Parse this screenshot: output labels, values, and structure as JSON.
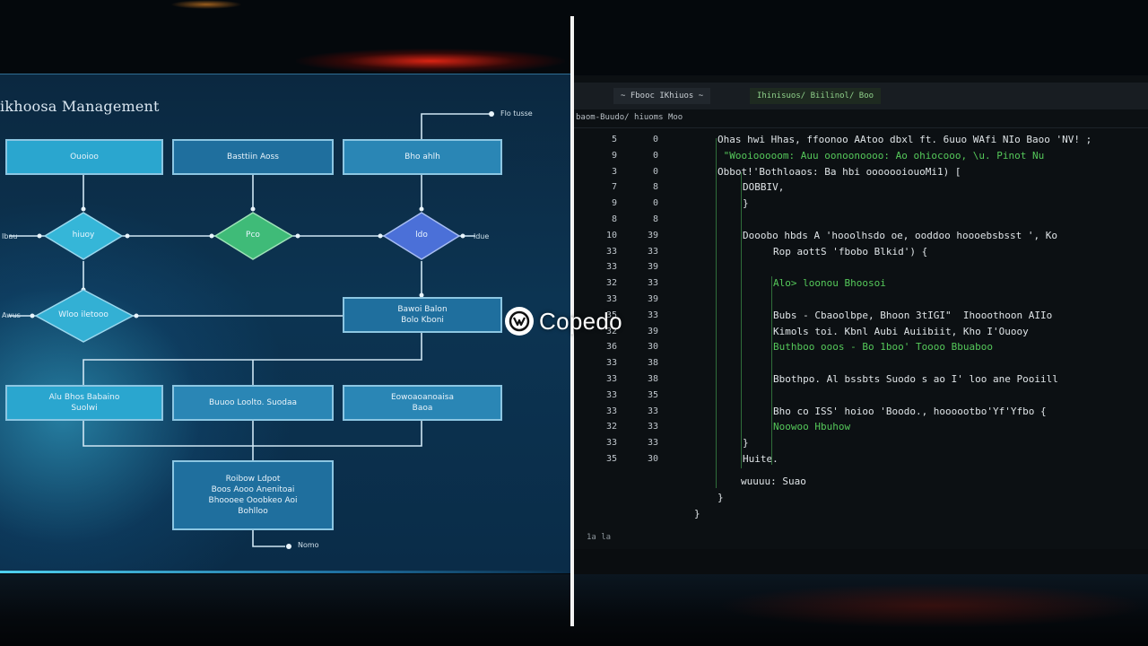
{
  "flowchart": {
    "title": "ikhoosa Management",
    "top_right_label": "Flo tusse",
    "row1": [
      "Ouoioo",
      "Basttiin Aoss",
      "Bho ahlh"
    ],
    "diamonds": [
      "hiuoy",
      "Pco",
      "ldo"
    ],
    "left_label_1": "Ibau",
    "right_label_1": "ldue",
    "diamond_4": "Wloo iletooo",
    "left_label_2": "Awus",
    "box_right_mid": [
      "Bawoi Balon",
      "Bolo Kboni"
    ],
    "row3": [
      [
        "Alu Bhos Babaino",
        "Suolwi"
      ],
      [
        "Buuoo Loolto. Suodaa"
      ],
      [
        "Eowoaoanoaisa",
        "Baoa"
      ]
    ],
    "bottom_box": [
      "Roibow Ldpot",
      "Boos Aooo Anenitoai",
      "Bhoooee Ooobkeo Aoi",
      "Bohlloo"
    ],
    "exit_label": "Nomo"
  },
  "logo": {
    "icon": "copedo-logo-icon",
    "text": "Copedo"
  },
  "editor": {
    "tabs": [
      "~ Fbooc IKhiuos ~",
      "Ihinisuos/ Biilinol/ Boo"
    ],
    "breadcrumb": "baom-Buudo/ hiuoms Moo",
    "line_numbers_1": [
      "5",
      "9",
      "3",
      "7",
      "9",
      "8",
      "10",
      "33",
      "33",
      "32",
      "33",
      "35",
      "32",
      "36",
      "33",
      "33",
      "33",
      "33",
      "32",
      "33",
      "35"
    ],
    "line_numbers_2": [
      "0",
      "0",
      "0",
      "8",
      "0",
      "8",
      "39",
      "33",
      "39",
      "33",
      "39",
      "33",
      "39",
      "30",
      "38",
      "38",
      "35",
      "33",
      "33",
      "33",
      "30"
    ],
    "lines": [
      {
        "indent": 0,
        "text": "Ohas hwi Hhas, ffoonoo AAtoo dbxl ft. 6uuo WAfi NIo Baoo 'NV! ;",
        "cls": ""
      },
      {
        "indent": 0,
        "text": " \"Wooiooooom: Auu oonoonoooo: Ao ohiocooo, \\u. Pinot Nu",
        "cls": "green"
      },
      {
        "indent": 0,
        "text": "Obbot!'Bothloaos: Ba hbi ooooooiouoMi1) [",
        "cls": ""
      },
      {
        "indent": 1,
        "text": "DOBBIV,",
        "cls": ""
      },
      {
        "indent": 1,
        "text": "}",
        "cls": ""
      },
      {
        "indent": 0,
        "text": "",
        "cls": ""
      },
      {
        "indent": 1,
        "text": "Dooobo hbds A 'hooolhsdo oe, ooddoo hoooebsbsst ', Ko",
        "cls": ""
      },
      {
        "indent": 2,
        "text": "Rop aottS 'fbobo Blkid') {",
        "cls": ""
      },
      {
        "indent": 0,
        "text": "",
        "cls": ""
      },
      {
        "indent": 2,
        "text": "Alo> loonou Bhoosoi",
        "cls": "green"
      },
      {
        "indent": 0,
        "text": "",
        "cls": ""
      },
      {
        "indent": 2,
        "text": "Bubs - Cbaoolbpe, Bhoon 3tIGI\"  Ihooothoon AIIo",
        "cls": ""
      },
      {
        "indent": 2,
        "text": "Kimols toi. Kbnl Aubi Auiibiit, Kho I'Ouooy",
        "cls": ""
      },
      {
        "indent": 2,
        "text": "Buthboo ooos - Bo 1boo' Toooo Bbuaboo",
        "cls": "green"
      },
      {
        "indent": 0,
        "text": "",
        "cls": ""
      },
      {
        "indent": 2,
        "text": "Bbothpo. Al bssbts Suodo s ao I' loo ane Pooiill",
        "cls": ""
      },
      {
        "indent": 0,
        "text": "",
        "cls": ""
      },
      {
        "indent": 2,
        "text": "Bho co ISS' hoioo 'Boodo., hoooootbo'Yf'Yfbo {",
        "cls": ""
      },
      {
        "indent": 2,
        "text": "Noowoo Hbuhow",
        "cls": "green"
      },
      {
        "indent": 1,
        "text": "}",
        "cls": ""
      },
      {
        "indent": 1,
        "text": "Huite.",
        "cls": ""
      }
    ],
    "tail_lines": [
      "wuuuu: Suao",
      "}",
      "}"
    ],
    "footer": "1a la"
  }
}
